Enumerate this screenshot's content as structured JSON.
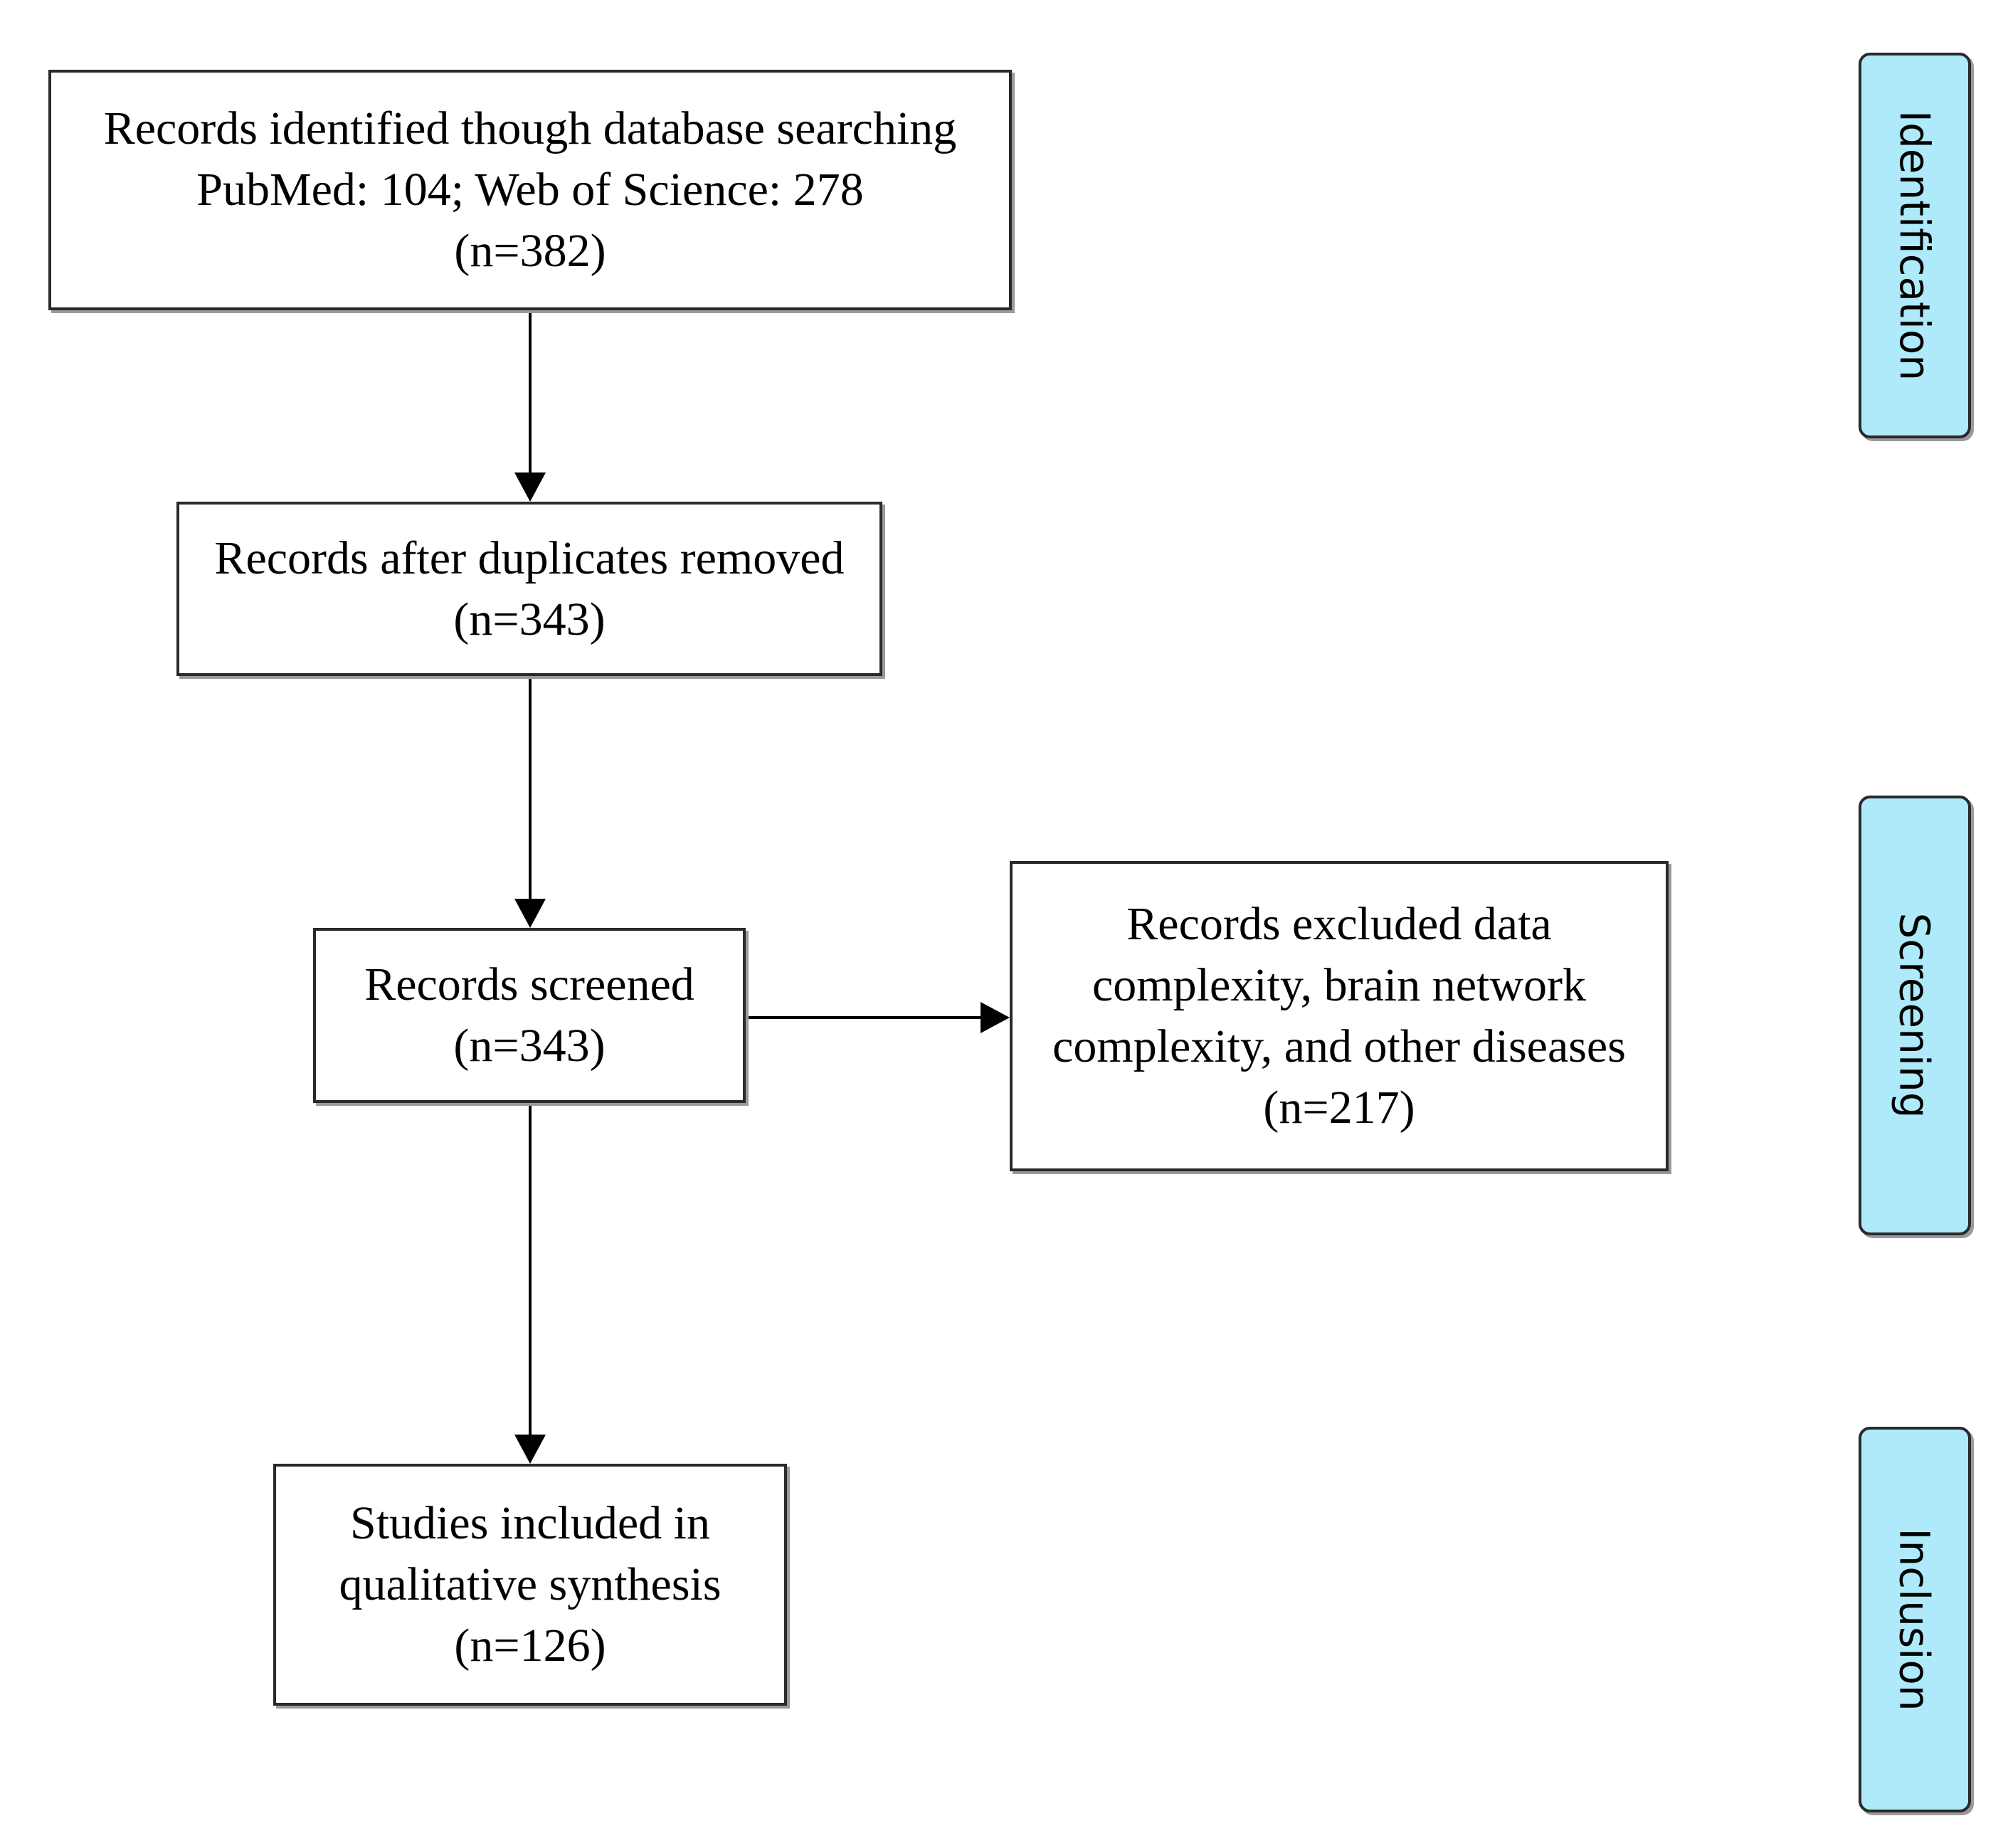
{
  "boxes": {
    "identified": {
      "lines": [
        "Records identified though database searching",
        "PubMed: 104; Web of Science: 278",
        "(n=382)"
      ]
    },
    "duplicates_removed": {
      "lines": [
        "Records after duplicates removed",
        "(n=343)"
      ]
    },
    "screened": {
      "lines": [
        "Records screened",
        "(n=343)"
      ]
    },
    "excluded": {
      "lines": [
        "Records excluded data",
        "complexity, brain network",
        "complexity, and other diseases",
        "(n=217)"
      ]
    },
    "included": {
      "lines": [
        "Studies included in",
        "qualitative synthesis",
        "(n=126)"
      ]
    }
  },
  "phases": {
    "identification": "Identification",
    "screening": "Screening",
    "inclusion": "Inclusion"
  },
  "colors": {
    "phase_fill": "#aeeafa",
    "border": "#2a2a2a",
    "arrow": "#000000"
  }
}
